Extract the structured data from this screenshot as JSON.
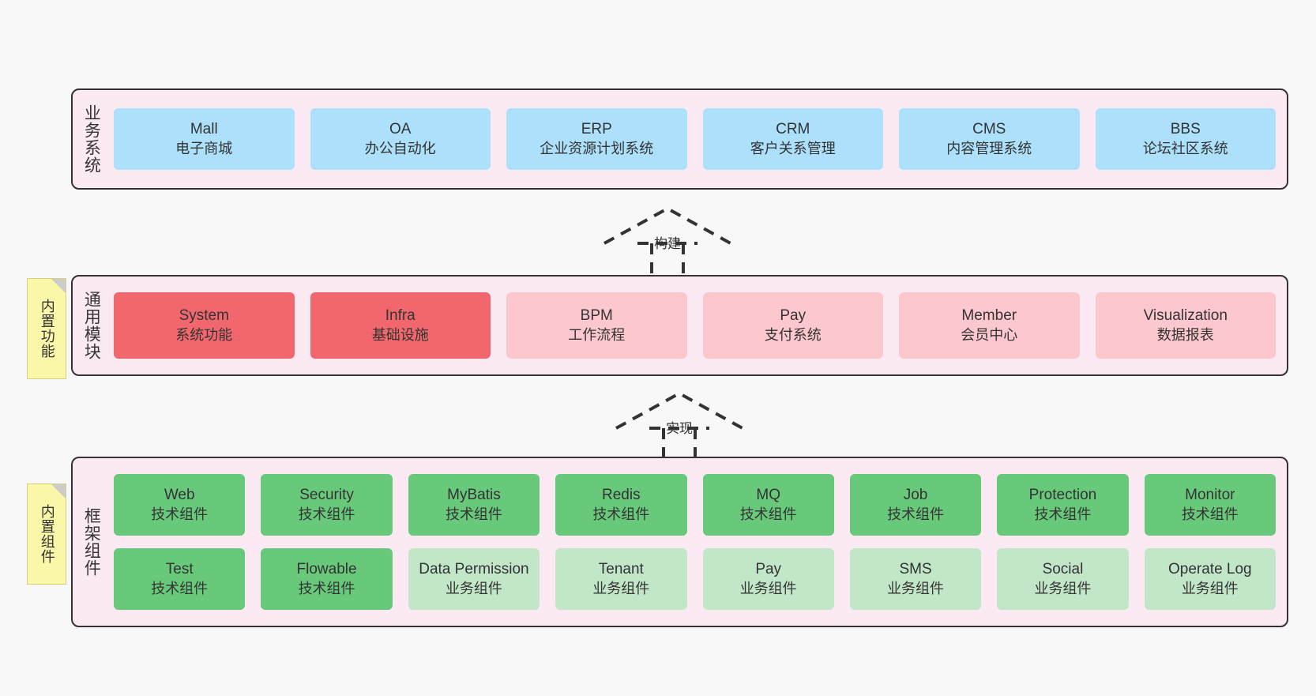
{
  "diagram": {
    "title": "",
    "colors": {
      "canvas_bg": "#f8f8f8",
      "layer_bg": "#fbeaf4",
      "layer_border": "#333333",
      "business_box": "#ace0fb",
      "module_box_strong": "#f2676e",
      "module_box_light": "#fcc8cd",
      "component_box_tech": "#68c97b",
      "component_box_business": "#c2e7c8",
      "sticky_note": "#fbf7a8",
      "sticky_fold": "#cccccc"
    }
  },
  "layers": {
    "business": {
      "label": "业务系统",
      "items": [
        {
          "en": "Mall",
          "cn": "电子商城"
        },
        {
          "en": "OA",
          "cn": "办公自动化"
        },
        {
          "en": "ERP",
          "cn": "企业资源计划系统"
        },
        {
          "en": "CRM",
          "cn": "客户关系管理"
        },
        {
          "en": "CMS",
          "cn": "内容管理系统"
        },
        {
          "en": "BBS",
          "cn": "论坛社区系统"
        }
      ]
    },
    "module": {
      "label": "通用模块",
      "sticky": "内置功能",
      "items": [
        {
          "en": "System",
          "cn": "系统功能",
          "tone": "strong"
        },
        {
          "en": "Infra",
          "cn": "基础设施",
          "tone": "strong"
        },
        {
          "en": "BPM",
          "cn": "工作流程",
          "tone": "light"
        },
        {
          "en": "Pay",
          "cn": "支付系统",
          "tone": "light"
        },
        {
          "en": "Member",
          "cn": "会员中心",
          "tone": "light"
        },
        {
          "en": "Visualization",
          "cn": "数据报表",
          "tone": "light"
        }
      ]
    },
    "frame": {
      "label": "框架组件",
      "sticky": "内置组件",
      "row_tech": [
        {
          "en": "Web",
          "cn": "技术组件"
        },
        {
          "en": "Security",
          "cn": "技术组件"
        },
        {
          "en": "MyBatis",
          "cn": "技术组件"
        },
        {
          "en": "Redis",
          "cn": "技术组件"
        },
        {
          "en": "MQ",
          "cn": "技术组件"
        },
        {
          "en": "Job",
          "cn": "技术组件"
        },
        {
          "en": "Protection",
          "cn": "技术组件"
        },
        {
          "en": "Monitor",
          "cn": "技术组件"
        }
      ],
      "row_mixed": [
        {
          "en": "Test",
          "cn": "技术组件",
          "tone": "tech"
        },
        {
          "en": "Flowable",
          "cn": "技术组件",
          "tone": "tech"
        },
        {
          "en": "Data Permission",
          "cn": "业务组件",
          "tone": "business"
        },
        {
          "en": "Tenant",
          "cn": "业务组件",
          "tone": "business"
        },
        {
          "en": "Pay",
          "cn": "业务组件",
          "tone": "business"
        },
        {
          "en": "SMS",
          "cn": "业务组件",
          "tone": "business"
        },
        {
          "en": "Social",
          "cn": "业务组件",
          "tone": "business"
        },
        {
          "en": "Operate Log",
          "cn": "业务组件",
          "tone": "business"
        }
      ]
    }
  },
  "connectors": {
    "build": {
      "label": "构建"
    },
    "implement": {
      "label": "实现"
    }
  }
}
